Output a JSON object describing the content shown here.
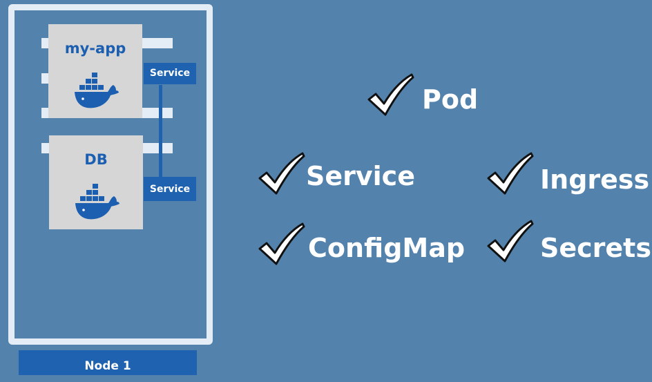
{
  "node": {
    "label": "Node 1"
  },
  "pods": [
    {
      "label": "my-app",
      "icon": "docker-whale-icon",
      "service": "Service"
    },
    {
      "label": "DB",
      "icon": "docker-whale-icon",
      "service": "Service"
    }
  ],
  "concepts": [
    "Pod",
    "Service",
    "Ingress",
    "ConfigMap",
    "Secrets"
  ],
  "colors": {
    "background": "#5383ad",
    "accent": "#1f63b0",
    "frame": "#e4ecf6",
    "box": "#d6d6d6"
  }
}
